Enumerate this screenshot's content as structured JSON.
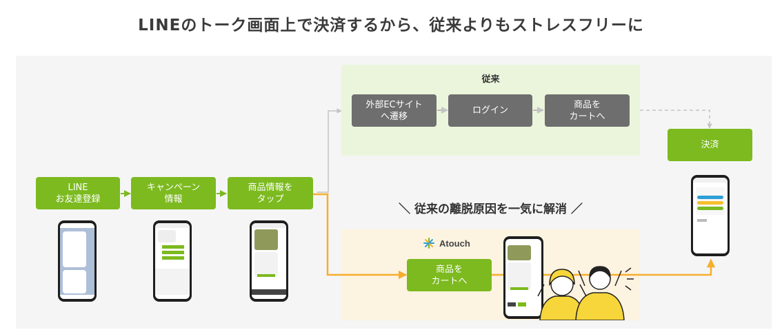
{
  "title": "LINEのトーク画面上で決済するから、従来よりもストレスフリーに",
  "conventional": {
    "label": "従来",
    "steps": [
      "外部ECサイト\nへ遷移",
      "ログイン",
      "商品を\nカートへ"
    ]
  },
  "flow": {
    "steps": [
      "LINE\nお友達登録",
      "キャンペーン\n情報",
      "商品情報を\nタップ"
    ]
  },
  "payment": {
    "label": "決済"
  },
  "atouch": {
    "brand": "Atouch",
    "headline": "＼ 従来の離脱原因を一気に解消 ／",
    "step": "商品を\nカートへ"
  },
  "colors": {
    "green": "#7cba1f",
    "gray": "#6e6e6e",
    "orange": "#f6ae2d"
  }
}
